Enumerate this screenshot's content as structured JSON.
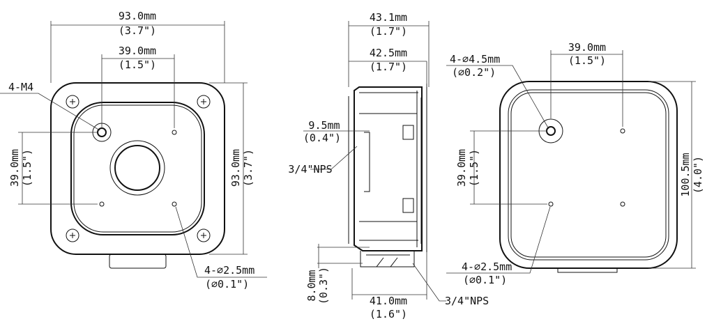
{
  "front_view": {
    "width_mm": "93.0mm",
    "width_in": "(3.7\")",
    "hole_spacing_h_mm": "39.0mm",
    "hole_spacing_h_in": "(1.5\")",
    "hole_spacing_v_mm": "39.0mm",
    "hole_spacing_v_in": "(1.5\")",
    "height_mm": "93.0mm",
    "height_in": "(3.7\")",
    "thread_label": "4-M4",
    "hole_dia_mm": "4-∅2.5mm",
    "hole_dia_in": "(∅0.1\")"
  },
  "side_view": {
    "depth_outer_mm": "43.1mm",
    "depth_outer_in": "(1.7\")",
    "depth_inner_mm": "42.5mm",
    "depth_inner_in": "(1.7\")",
    "port_offset_mm": "9.5mm",
    "port_offset_in": "(0.4\")",
    "port_side_label": "3/4\"NPS",
    "bottom_height_mm": "8.0mm",
    "bottom_height_in": "(0.3\")",
    "bottom_width_mm": "41.0mm",
    "bottom_width_in": "(1.6\")",
    "port_bottom_label": "3/4\"NPS"
  },
  "back_view": {
    "hole_spacing_h_mm": "39.0mm",
    "hole_spacing_h_in": "(1.5\")",
    "large_hole_mm": "4-∅4.5mm",
    "large_hole_in": "(∅0.2\")",
    "hole_spacing_v_mm": "39.0mm",
    "hole_spacing_v_in": "(1.5\")",
    "height_mm": "100.5mm",
    "height_in": "(4.0\")",
    "hole_dia_mm": "4-∅2.5mm",
    "hole_dia_in": "(∅0.1\")"
  }
}
